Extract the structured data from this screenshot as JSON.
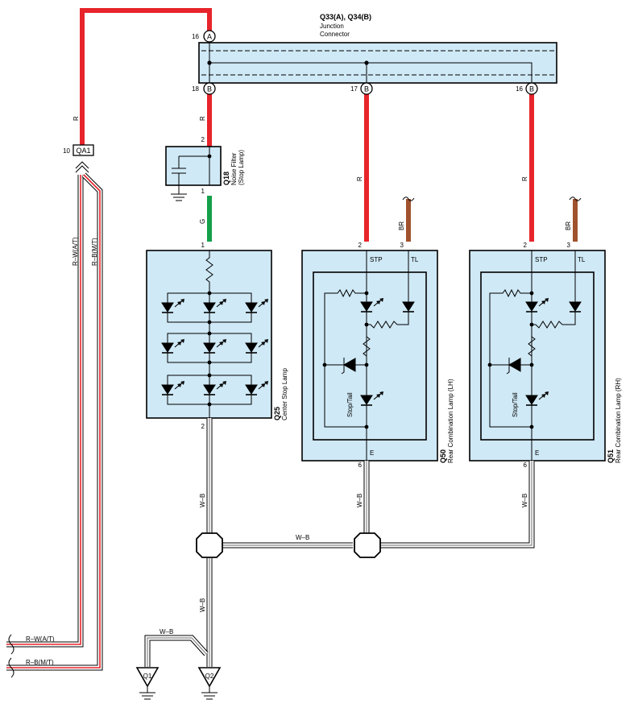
{
  "colors": {
    "red_wire": "#e8242b",
    "green_wire": "#14a04a",
    "brown_wire": "#a0522d",
    "component_fill": "#cfe9f6"
  },
  "junction": {
    "title": "Q33(A), Q34(B)",
    "name_line1": "Junction",
    "name_line2": "Connector",
    "pin_a": "A",
    "pin_b": "B",
    "pin_a_num": "16",
    "pin_b18": "18",
    "pin_b17": "17",
    "pin_b16": "16"
  },
  "qa1": {
    "label": "QA1",
    "pin": "10"
  },
  "noise_filter": {
    "code": "Q18",
    "name_line1": "Noise Filter",
    "name_line2": "(Stop Lamp)",
    "pin_in": "2",
    "pin_out": "1"
  },
  "center_lamp": {
    "code": "Q25",
    "name": "Center Stop Lamp",
    "pin_in": "1",
    "pin_out": "2"
  },
  "lh_lamp": {
    "code": "Q50",
    "name": "Rear Combination Lamp (LH)",
    "pin_stp": "2",
    "pin_tl": "3",
    "pin_e": "6",
    "stp": "STP",
    "tl": "TL",
    "e": "E",
    "bulb": "Stop/Tail"
  },
  "rh_lamp": {
    "code": "Q51",
    "name": "Rear Combination Lamp (RH)",
    "pin_stp": "2",
    "pin_tl": "3",
    "pin_e": "6",
    "stp": "STP",
    "tl": "TL",
    "e": "E",
    "bulb": "Stop/Tail"
  },
  "wires": {
    "r": "R",
    "g": "G",
    "br": "BR",
    "wb": "W–B",
    "rw_at": "R–W(A/T)",
    "rb_mt": "R–B(M/T)"
  },
  "grounds": {
    "q1": "Q1",
    "q2": "Q2"
  }
}
